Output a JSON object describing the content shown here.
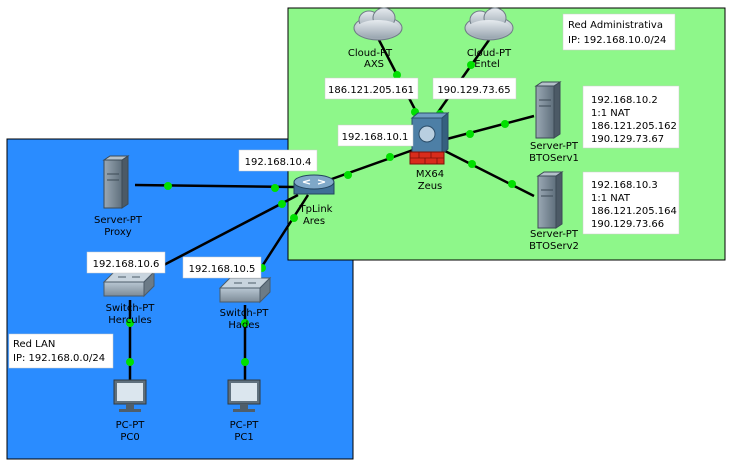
{
  "colors": {
    "lan_area": "#2a8cff",
    "admin_area": "#8ef78a",
    "link_dot": "#00e000"
  },
  "areas": {
    "lan": {
      "name_line": "Red LAN",
      "ip_line": "IP: 192.168.0.0/24"
    },
    "admin": {
      "name_line": "Red Administrativa",
      "ip_line": "IP: 192.168.10.0/24"
    }
  },
  "devices": {
    "cloud_axs": {
      "icon": "cloud-icon",
      "type": "Cloud-PT",
      "name": "AXS"
    },
    "cloud_entel": {
      "icon": "cloud-icon",
      "type": "Cloud-PT",
      "name": "Entel"
    },
    "zeus": {
      "icon": "firewall-icon",
      "type": "MX64",
      "name": "Zeus"
    },
    "bto1": {
      "icon": "server-icon",
      "type": "Server-PT",
      "name": "BTOServ1"
    },
    "bto2": {
      "icon": "server-icon",
      "type": "Server-PT",
      "name": "BTOServ2"
    },
    "proxy": {
      "icon": "server-icon",
      "type": "Server-PT",
      "name": "Proxy"
    },
    "ares": {
      "icon": "router-icon",
      "type": "TpLink",
      "name": "Ares"
    },
    "hercules": {
      "icon": "switch-icon",
      "type": "Switch-PT",
      "name": "Hercules"
    },
    "hades": {
      "icon": "switch-icon",
      "type": "Switch-PT",
      "name": "Hades"
    },
    "pc0": {
      "icon": "pc-icon",
      "type": "PC-PT",
      "name": "PC0"
    },
    "pc1": {
      "icon": "pc-icon",
      "type": "PC-PT",
      "name": "PC1"
    }
  },
  "ip_labels": {
    "axs": "186.121.205.161",
    "entel": "190.129.73.65",
    "zeus": "192.168.10.1",
    "ares": "192.168.10.4",
    "hercules": "192.168.10.6",
    "hades": "192.168.10.5"
  },
  "server_info": {
    "bto1": [
      "192.168.10.2",
      "1:1 NAT",
      "186.121.205.162",
      "190.129.73.67"
    ],
    "bto2": [
      "192.168.10.3",
      "1:1 NAT",
      "186.121.205.164",
      "190.129.73.66"
    ]
  }
}
